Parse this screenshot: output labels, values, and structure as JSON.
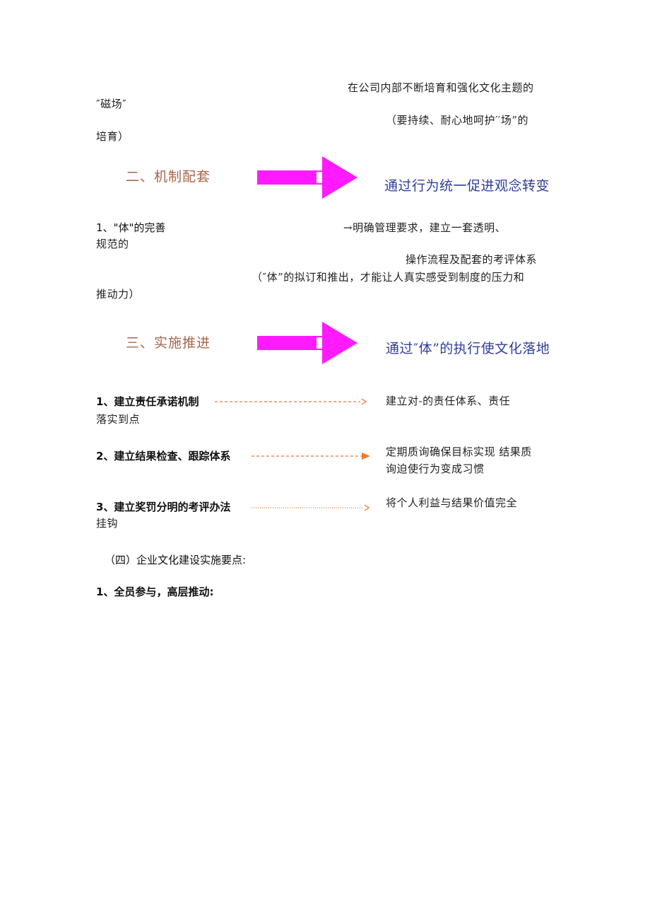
{
  "colors": {
    "section_heading": "#a8654a",
    "blue_text": "#2f3d9c",
    "big_arrow": "#ff1aff",
    "connector_orange": "#ee7733"
  },
  "icons": {
    "big_arrow": "right-arrow-icon",
    "connector": "dashed-arrow-icon"
  },
  "intro": {
    "line1": "在公司内部不断培育和强化文化主题的",
    "line2": "″磁场″",
    "line3": "（要持续、耐心地呵护′′场”的",
    "line4": "培育）"
  },
  "section2": {
    "heading": "二、机制配套",
    "result": "通过行为统一促进观念转变",
    "item1_label": "1、\"体\"的完善",
    "item1_arrow_text": "→明确管理要求，建立一套透明、",
    "item1_line2": "规范的",
    "item1_line3": "操作流程及配套的考评体系",
    "item1_line4": "（″体”的拟订和推出，才能让人真实感受到制度的压力和",
    "item1_line5": "推动力）"
  },
  "section3": {
    "heading": "三、实施推进",
    "result": "通过″体”的执行使文化落地",
    "items": [
      {
        "label": "1、建立责任承诺机制",
        "desc": "建立对-的责任体系、责任",
        "desc2": "落实到点"
      },
      {
        "label": "2、建立结果检查、跟踪体系",
        "desc": "定期质询确保目标实现  结果质",
        "desc2": "询迫使行为变成习惯"
      },
      {
        "label": "3、建立奖罚分明的考评办法",
        "desc": "将个人利益与结果价值完全",
        "desc2": "挂钩"
      }
    ]
  },
  "section4": {
    "heading": "（四）企业文化建设实施要点:",
    "item1": "1、全员参与，高层推动:"
  }
}
